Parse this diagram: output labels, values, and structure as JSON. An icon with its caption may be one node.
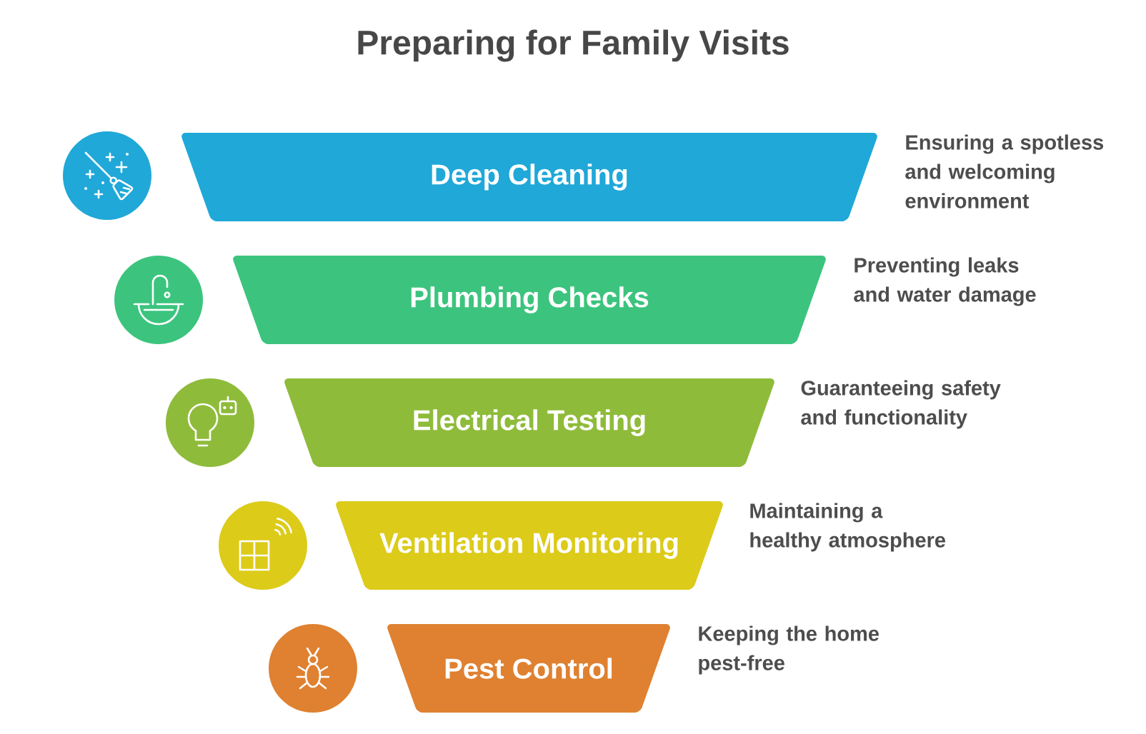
{
  "diagram": {
    "title": "Preparing for Family Visits",
    "nodes": [
      {
        "text": [
          "Deep Cleaning"
        ],
        "beside": [
          "Ensuring a spotless and welcoming environment"
        ]
      },
      {
        "text": [
          "Plumbing Checks"
        ],
        "beside": [
          "Preventing leaks and water damage"
        ]
      },
      {
        "text": [
          "Electrical Testing"
        ],
        "beside": [
          "Guaranteeing safety and functionality"
        ]
      },
      {
        "text": [
          "Ventilation Monitoring"
        ],
        "beside": [
          "Maintaining a healthy atmosphere"
        ]
      },
      {
        "text": [
          "Pest Control"
        ],
        "beside": [
          "Keeping the home pest-free"
        ]
      }
    ]
  }
}
